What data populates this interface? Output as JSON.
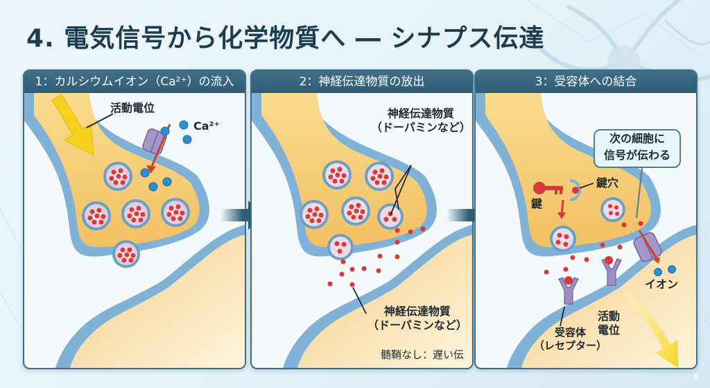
{
  "title": "4. 電気信号から化学物質へ ― シナプス伝達",
  "colors": {
    "header_bg": "#2f5d75",
    "title_text": "#1c3d50",
    "cytoplasm": "#f6c76a",
    "membrane": "#7fb2d6",
    "vesicle_dot": "#d8393a",
    "ion": "#2e8fd0",
    "channel": "#9c8dc4",
    "signal_arrow": "#f7d21c"
  },
  "panels": [
    {
      "header": "1：カルシウムイオン（Ca²⁺）の流入",
      "labels": {
        "action_potential": "活動電位",
        "calcium": "Ca²⁺"
      }
    },
    {
      "header": "2：神経伝達物質の放出",
      "labels": {
        "neurotransmitter_top_1": "神経伝達物質",
        "neurotransmitter_top_2": "（ドーパミンなど）",
        "neurotransmitter_bottom_1": "神経伝達物質",
        "neurotransmitter_bottom_2": "（ドーパミンなど）",
        "footnote": "髄鞘なし：遅い伝"
      }
    },
    {
      "header": "3：受容体への結合",
      "labels": {
        "callout_1": "次の細胞に",
        "callout_2": "信号が伝わる",
        "key": "鍵",
        "keyhole": "鍵穴",
        "ion": "イオン",
        "receptor_1": "受容体",
        "receptor_2": "（レセプター）",
        "action_potential_1": "活動",
        "action_potential_2": "電位"
      }
    }
  ],
  "step_arrows": [
    "next-step",
    "next-step"
  ]
}
